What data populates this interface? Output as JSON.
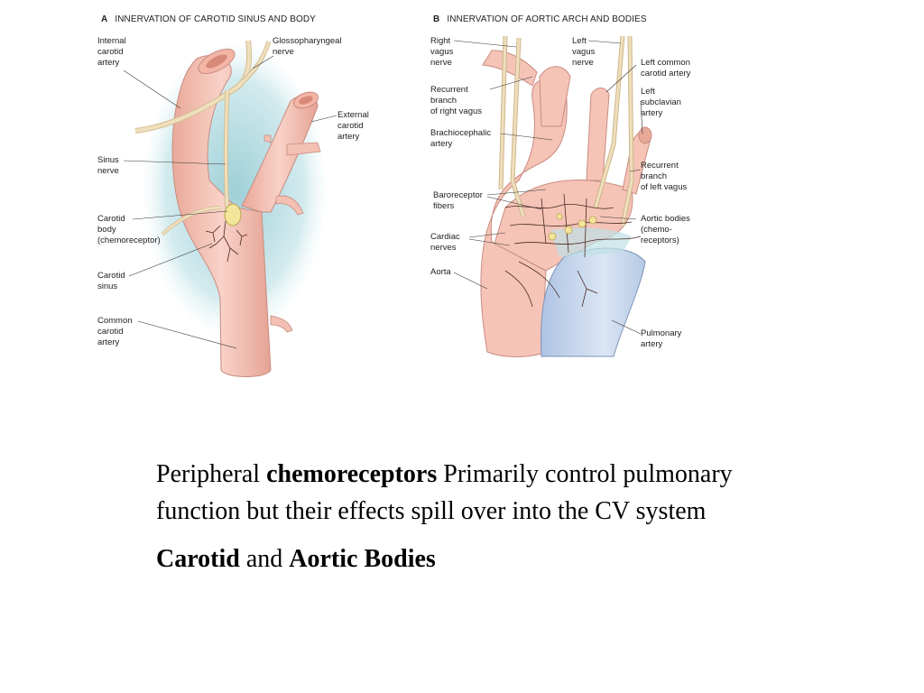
{
  "panel_a": {
    "letter": "A",
    "title": "INNERVATION OF CAROTID SINUS AND BODY",
    "labels": {
      "internal_carotid": "Internal\ncarotid\nartery",
      "glossopharyngeal": "Glossopharyngeal\nnerve",
      "external_carotid": "External\ncarotid\nartery",
      "sinus_nerve": "Sinus\nnerve",
      "carotid_body": "Carotid\nbody\n(chemoreceptor)",
      "carotid_sinus": "Carotid\nsinus",
      "common_carotid": "Common\ncarotid\nartery"
    }
  },
  "panel_b": {
    "letter": "B",
    "title": "INNERVATION OF AORTIC ARCH AND BODIES",
    "labels": {
      "right_vagus": "Right\nvagus\nnerve",
      "left_vagus": "Left\nvagus\nnerve",
      "left_common_carotid": "Left common\ncarotid artery",
      "recurrent_right": "Recurrent\nbranch\nof right vagus",
      "left_subclavian": "Left\nsubclavian\nartery",
      "brachiocephalic": "Brachiocephalic\nartery",
      "recurrent_left": "Recurrent\nbranch\nof left vagus",
      "baroreceptor": "Baroreceptor\nfibers",
      "aortic_bodies": "Aortic bodies\n(chemo-\nreceptors)",
      "cardiac_nerves": "Cardiac\nnerves",
      "aorta": "Aorta",
      "pulmonary": "Pulmonary\nartery"
    }
  },
  "caption": {
    "line1_pre": "Peripheral ",
    "line1_bold": "chemoreceptors",
    "line1_post": " Primarily control pulmonary function but their effects spill over into the CV system",
    "line2_bold1": "Carotid",
    "line2_mid": " and ",
    "line2_bold2": "Aortic Bodies"
  },
  "colors": {
    "artery_fill": "#f6c2b6",
    "artery_stroke": "#c98c80",
    "nerve": "#ecd9b4",
    "background_blue": "#bfe0e6",
    "pulmonary_fill": "#c9d8ee",
    "chemoreceptor": "#f3e59a"
  }
}
